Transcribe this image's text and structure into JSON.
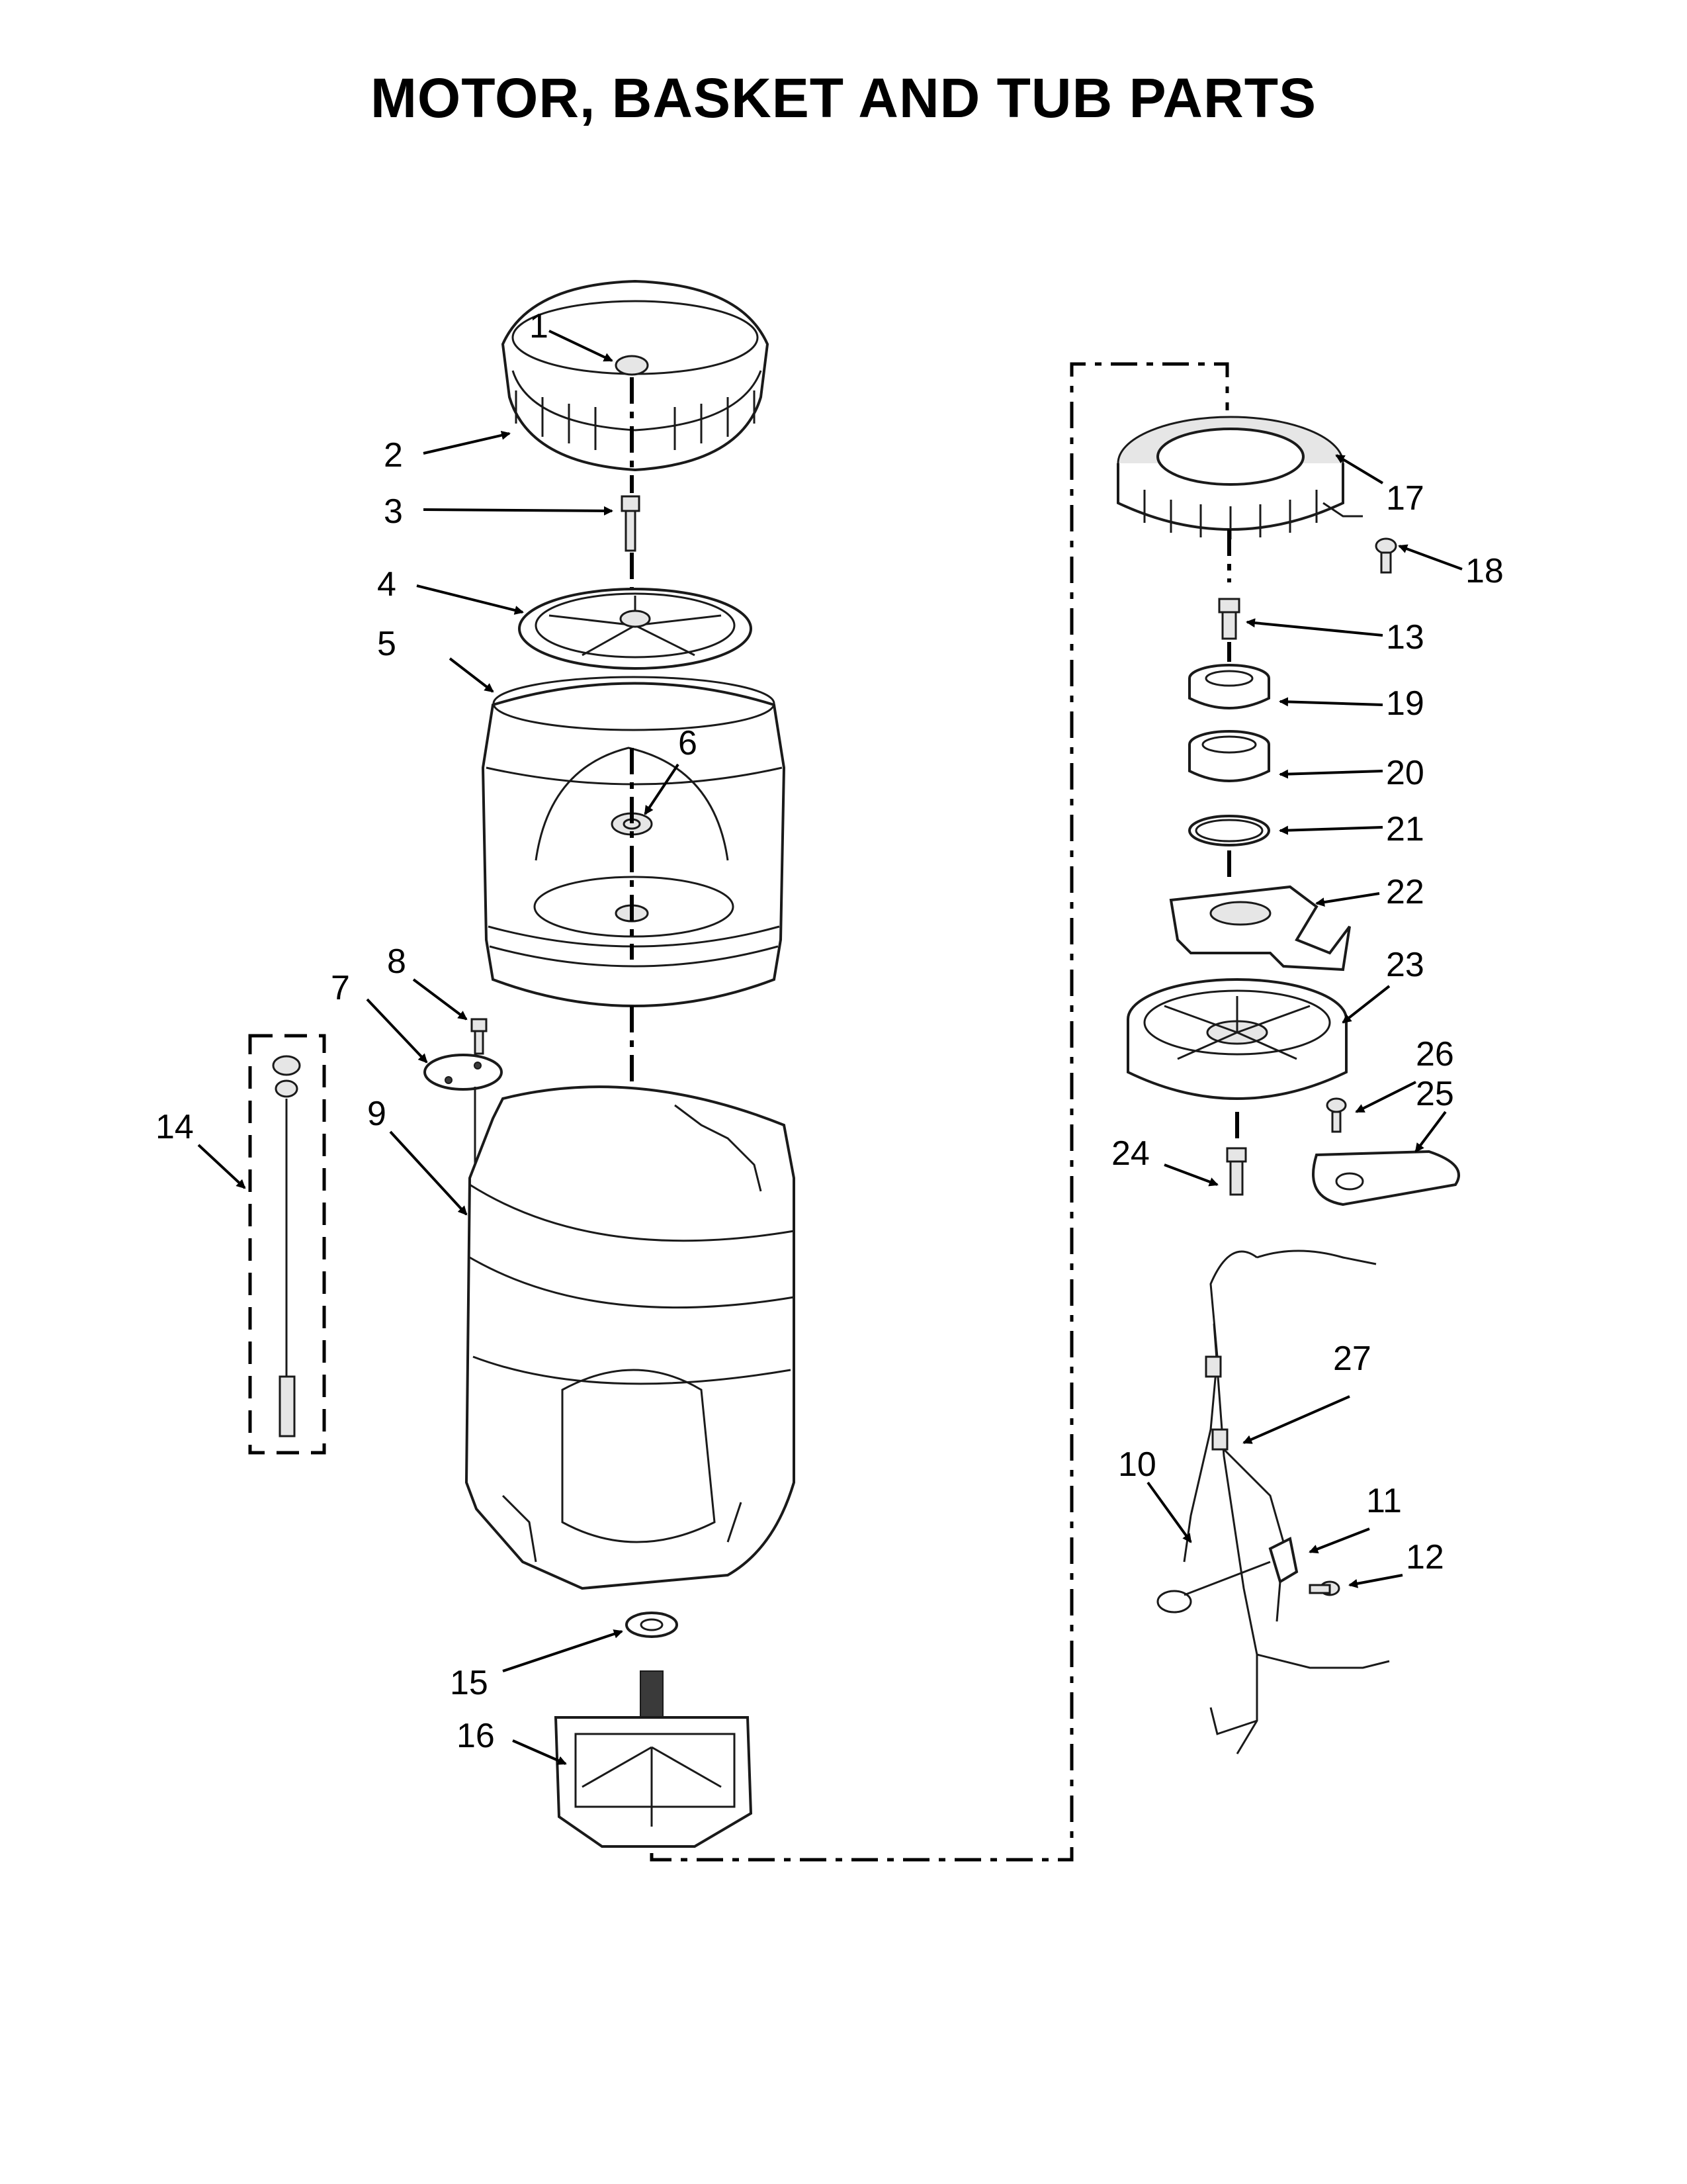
{
  "title": "MOTOR, BASKET AND TUB PARTS",
  "callouts": [
    "1",
    "2",
    "3",
    "4",
    "5",
    "6",
    "7",
    "8",
    "9",
    "10",
    "11",
    "12",
    "13",
    "14",
    "15",
    "16",
    "17",
    "18",
    "19",
    "20",
    "21",
    "22",
    "23",
    "24",
    "25",
    "26",
    "27"
  ]
}
